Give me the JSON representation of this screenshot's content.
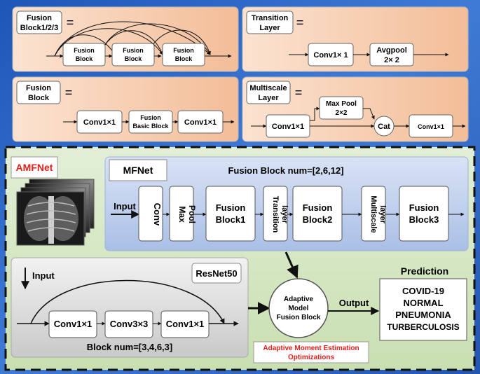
{
  "top_panels": {
    "fusion123": {
      "title_line1": "Fusion",
      "title_line2": "Block1/2/3",
      "equals": "=",
      "blocks": [
        {
          "line1": "Fusion",
          "line2": "Block"
        },
        {
          "line1": "Fusion",
          "line2": "Block"
        },
        {
          "line1": "Fusion",
          "line2": "Block"
        }
      ]
    },
    "transition": {
      "title_line1": "Transition",
      "title_line2": "Layer",
      "equals": "=",
      "conv": "Conv1× 1",
      "avgpool_line1": "Avgpool",
      "avgpool_line2": "2× 2"
    },
    "fusion_block": {
      "title_line1": "Fusion",
      "title_line2": "Block",
      "equals": "=",
      "conv_a": "Conv1×1",
      "basic_line1": "Fusion",
      "basic_line2": "Basic Block",
      "conv_b": "Conv1×1"
    },
    "multiscale": {
      "title_line1": "Multiscale",
      "title_line2": "Layer",
      "equals": "=",
      "conv_a": "Conv1×1",
      "maxpool_line1": "Max Pool",
      "maxpool_line2": "2×2",
      "cat": "Cat",
      "conv_b": "Conv1×1"
    }
  },
  "amfnet": {
    "label": "AMFNet",
    "label_color": "#e0201a",
    "mfnet": {
      "title": "MFNet",
      "fusion_nums": "Fusion Block num=[2,6,12]",
      "input": "Input",
      "conv": "Conv",
      "maxpool_line1": "Max",
      "maxpool_line2": "Pool",
      "fb1_line1": "Fusion",
      "fb1_line2": "Block1",
      "trans_line1": "Transition",
      "trans_line2": "layer",
      "fb2_line1": "Fusion",
      "fb2_line2": "Block2",
      "ms_line1": "Multiscale",
      "ms_line2": "layer",
      "fb3_line1": "Fusion",
      "fb3_line2": "Block3"
    },
    "resnet": {
      "title": "ResNet50",
      "input": "Input",
      "conv_a": "Conv1×1",
      "conv_b": "Conv3×3",
      "conv_c": "Conv1×1",
      "block_nums": "Block num=[3,4,6,3]"
    },
    "fusion_circle": {
      "line1": "Adaptive",
      "line2": "Model",
      "line3": "Fusion Block"
    },
    "output": "Output",
    "prediction": {
      "title": "Prediction",
      "classes": [
        "COVID-19",
        "NORMAL",
        "PNEUMONIA",
        "TURBERCULOSIS"
      ]
    },
    "optimizer_line1": "Adaptive Moment Estimation",
    "optimizer_line2": "Optimizations",
    "optimizer_color": "#e0201a"
  },
  "colors": {
    "outer_blue": "#2f63c4",
    "peach_panel": "#f7cdb0",
    "green_panel": "#d6e8c4",
    "mfnet_blue": "#c4d3ee",
    "resnet_gray": "#dcdcdc"
  }
}
